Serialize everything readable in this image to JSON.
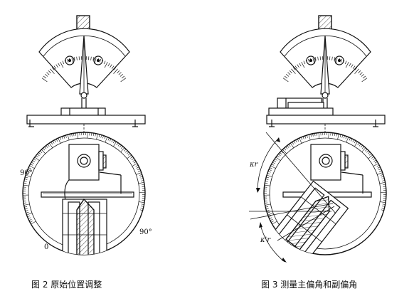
{
  "figures": [
    {
      "caption": "图 2  原始位置调整",
      "labels": {
        "angle_top": "90°",
        "angle_right": "90°",
        "zero": "0"
      }
    },
    {
      "caption": "图 3  测量主偏角和副偏角",
      "labels": {
        "kr_main": "κr",
        "kr_minor": "κ'r"
      }
    }
  ],
  "colors": {
    "line": "#111111",
    "background": "#ffffff",
    "pointer_fill": "#d9d9d9"
  }
}
